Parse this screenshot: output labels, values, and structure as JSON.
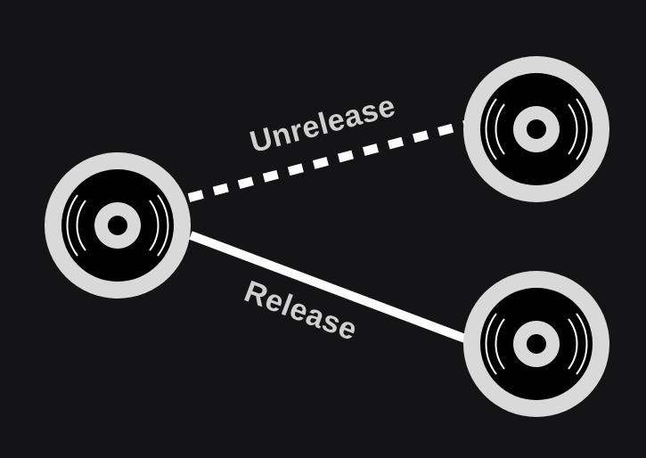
{
  "colors": {
    "background": "#141416",
    "node_ring": "#d9d9d9",
    "node_fill": "#000000",
    "line": "#ffffff",
    "label": "#cfcfcf"
  },
  "nodes": [
    {
      "id": "source",
      "icon": "vinyl-record-icon"
    },
    {
      "id": "target-unreleased",
      "icon": "vinyl-record-icon"
    },
    {
      "id": "target-released",
      "icon": "vinyl-record-icon"
    }
  ],
  "edges": [
    {
      "id": "unrelease",
      "label": "Unrelease",
      "style": "dashed"
    },
    {
      "id": "release",
      "label": "Release",
      "style": "solid"
    }
  ]
}
